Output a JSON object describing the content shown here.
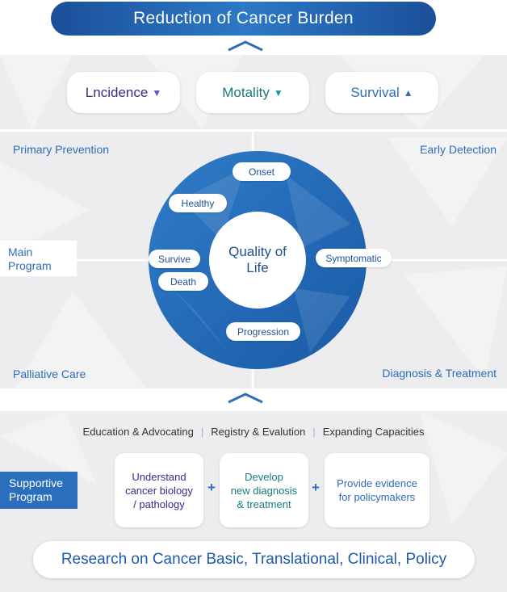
{
  "banner": {
    "title": "Reduction of Cancer Burden"
  },
  "indicators": [
    {
      "label": "Lncidence",
      "arrow": "▼",
      "color": "#3a2a8a",
      "arrow_color": "#6a4fb5"
    },
    {
      "label": "Motality",
      "arrow": "▼",
      "color": "#157a7a",
      "arrow_color": "#1c9a9a"
    },
    {
      "label": "Survival",
      "arrow": "▲",
      "color": "#2d6db6",
      "arrow_color": "#2d6db6"
    }
  ],
  "corners": {
    "primary_prevention": "Primary Prevention",
    "early_detection": "Early Detection",
    "palliative_care": "Palliative Care",
    "diagnosis_treatment": "Diagnosis & Treatment"
  },
  "main_program": {
    "line1": "Main",
    "line2": "Program"
  },
  "cycle": {
    "center_line1": "Quality of",
    "center_line2": "Life",
    "stages": {
      "onset": "Onset",
      "healthy": "Healthy",
      "survive": "Survive",
      "death": "Death",
      "symptomatic": "Symptomatic",
      "progression": "Progression"
    }
  },
  "supportive_items": [
    "Education & Advocating",
    "Registry & Evalution",
    "Expanding Capacities"
  ],
  "supportive_program": {
    "line1": "Supportive",
    "line2": "Program"
  },
  "research_cards": [
    {
      "line1": "Understand",
      "line2": "cancer biology",
      "line3": "/ pathology",
      "color": "#3a2a8a"
    },
    {
      "line1": "Develop",
      "line2": "new diagnosis",
      "line3": "& treatment",
      "color": "#157a7a"
    },
    {
      "line1": "Provide evidence",
      "line2": "for policymakers",
      "line3": "",
      "color": "#2d6db6"
    }
  ],
  "plus_sign": "+",
  "research_title": "Research on Cancer Basic, Translational, Clinical, Policy",
  "colors": {
    "primary_blue": "#2b6fbc",
    "dark_blue": "#1b4f99",
    "background_gray": "#ededef"
  }
}
